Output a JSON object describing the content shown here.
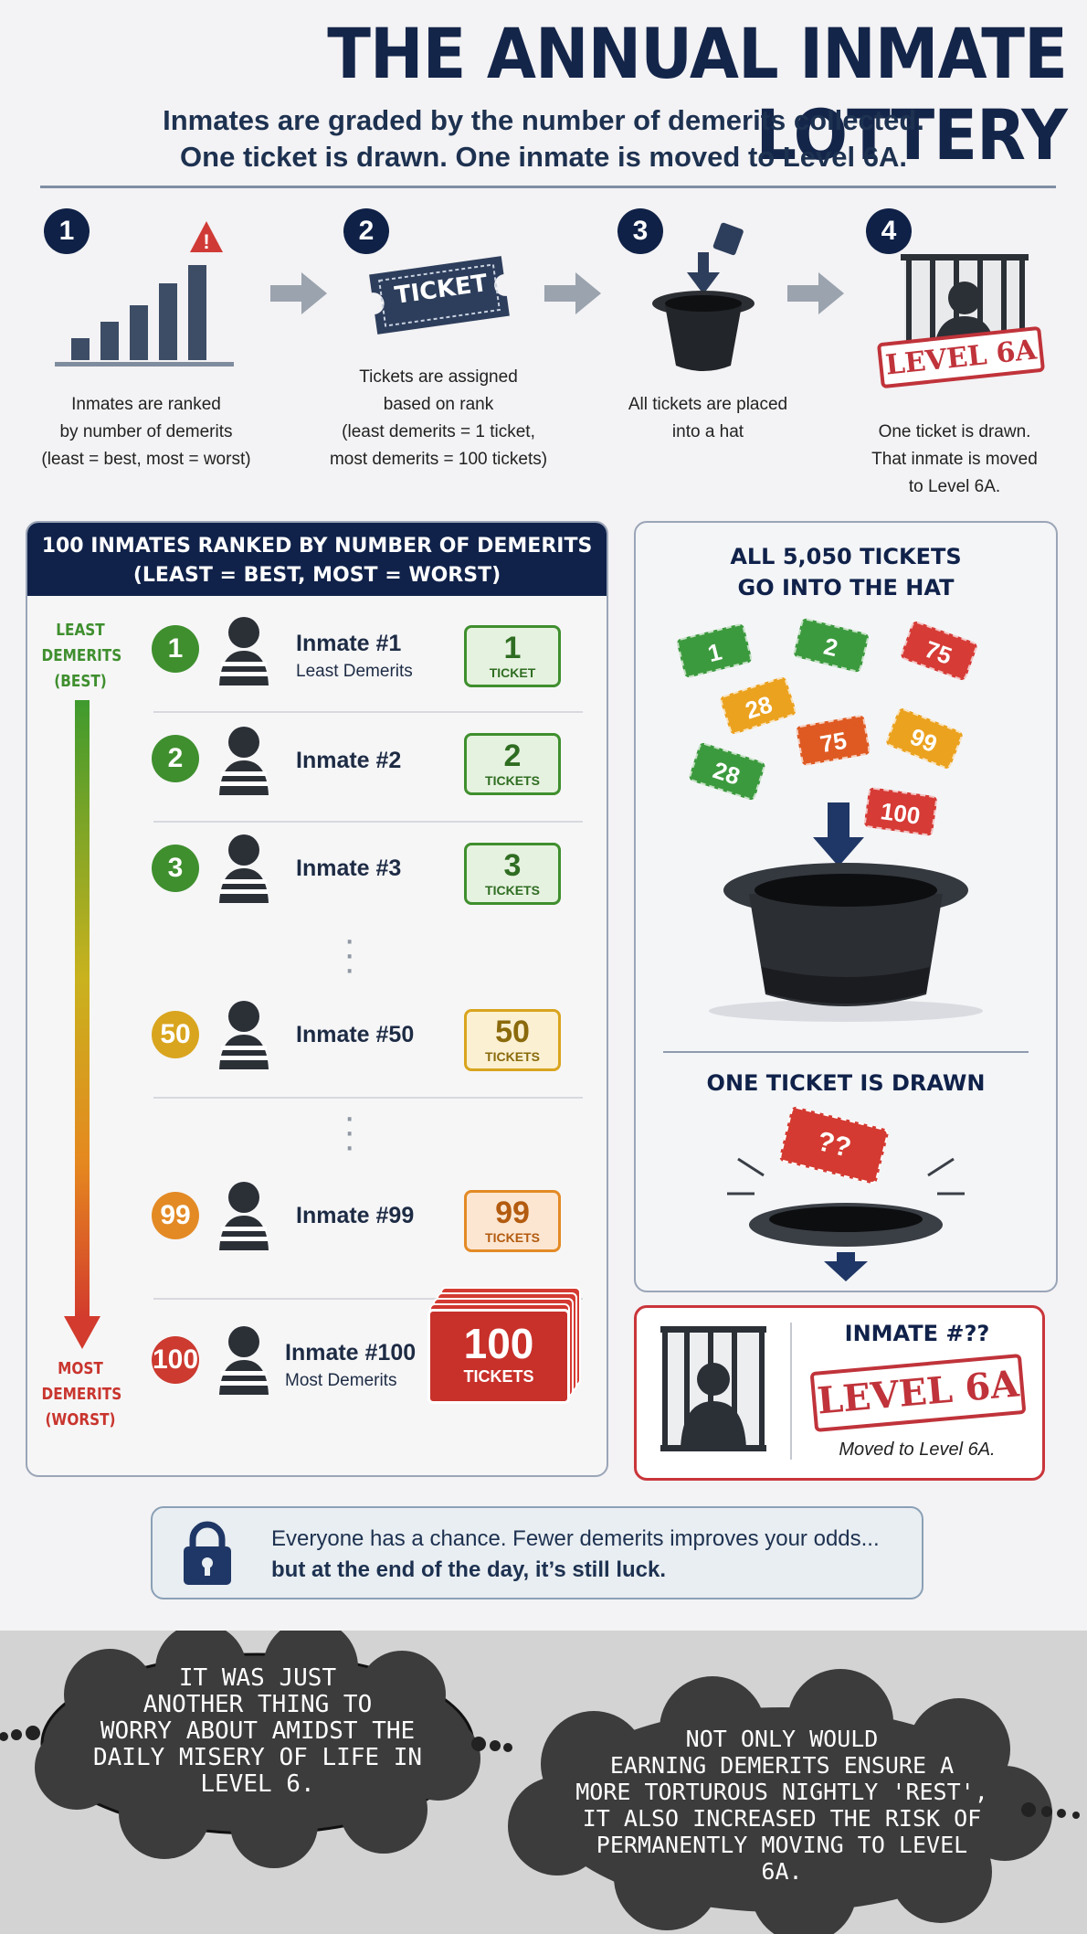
{
  "header": {
    "title": "THE ANNUAL INMATE LOTTERY",
    "subtitle_line1": "Inmates are graded by the number of demerits collected.",
    "subtitle_line2": "One ticket is drawn. One inmate is moved to Level 6A."
  },
  "steps": [
    {
      "number": "1",
      "text": [
        "Inmates are ranked",
        "by number of demerits",
        "(least = best, most = worst)"
      ]
    },
    {
      "number": "2",
      "ticket_label": "TICKET",
      "text": [
        "Tickets are assigned",
        "based on rank",
        "(least demerits = 1 ticket,",
        "most demerits = 100 tickets)"
      ]
    },
    {
      "number": "3",
      "text": [
        "All tickets are placed",
        "into a hat"
      ]
    },
    {
      "number": "4",
      "stamp": "LEVEL 6A",
      "text": [
        "One ticket is drawn.",
        "That inmate is moved",
        "to Level 6A."
      ]
    }
  ],
  "ranked": {
    "heading_line1": "100 INMATES RANKED BY NUMBER OF DEMERITS",
    "heading_line2": "(LEAST = BEST, MOST = WORST)",
    "scale_top": [
      "LEAST",
      "DEMERITS",
      "(BEST)"
    ],
    "scale_bottom": [
      "MOST",
      "DEMERITS",
      "(WORST)"
    ],
    "rows": [
      {
        "rank": "1",
        "name": "Inmate #1",
        "sub": "Least Demerits",
        "tickets": "1",
        "ticket_label": "TICKET",
        "color": "#3f8f2e"
      },
      {
        "rank": "2",
        "name": "Inmate #2",
        "sub": "",
        "tickets": "2",
        "ticket_label": "TICKETS",
        "color": "#3f8f2e"
      },
      {
        "rank": "3",
        "name": "Inmate #3",
        "sub": "",
        "tickets": "3",
        "ticket_label": "TICKETS",
        "color": "#3f8f2e"
      },
      {
        "rank": "50",
        "name": "Inmate #50",
        "sub": "",
        "tickets": "50",
        "ticket_label": "TICKETS",
        "color": "#d9a51e"
      },
      {
        "rank": "99",
        "name": "Inmate #99",
        "sub": "",
        "tickets": "99",
        "ticket_label": "TICKETS",
        "color": "#e38a25"
      },
      {
        "rank": "100",
        "name": "Inmate #100",
        "sub": "Most Demerits",
        "tickets": "100",
        "ticket_label": "TICKETS",
        "color": "#cc3a30"
      }
    ]
  },
  "hat_panel": {
    "heading_line1": "ALL 5,050 TICKETS",
    "heading_line2": "GO INTO THE HAT",
    "flying_tickets": [
      {
        "value": "1",
        "color": "#3c9a3e"
      },
      {
        "value": "2",
        "color": "#3c9a3e"
      },
      {
        "value": "75",
        "color": "#d63b36"
      },
      {
        "value": "28",
        "color": "#eba21f"
      },
      {
        "value": "75",
        "color": "#de5a22"
      },
      {
        "value": "99",
        "color": "#eba21f"
      },
      {
        "value": "28",
        "color": "#3c9a3e"
      },
      {
        "value": "100",
        "color": "#d63b36"
      }
    ],
    "draw_heading": "ONE TICKET IS DRAWN",
    "drawn_ticket": "??"
  },
  "result": {
    "title": "INMATE #??",
    "stamp": "LEVEL 6A",
    "caption": "Moved to Level 6A."
  },
  "note": {
    "line1": "Everyone has a chance.  Fewer demerits improves your odds...",
    "line2": "but at the end of the day, it’s still luck."
  },
  "bubbles": {
    "left": [
      "IT WAS JUST",
      "ANOTHER THING TO",
      "WORRY ABOUT AMIDST THE",
      "DAILY MISERY OF LIFE IN",
      "LEVEL 6."
    ],
    "right": [
      "NOT ONLY WOULD",
      "EARNING DEMERITS ENSURE A",
      "MORE TORTUROUS NIGHTLY 'REST',",
      "IT ALSO INCREASED THE RISK OF",
      "PERMANENTLY MOVING TO LEVEL",
      "6A."
    ]
  },
  "colors": {
    "navy": "#10224a",
    "red": "#c9353a",
    "green": "#3f8f2e",
    "gold": "#d9a51e",
    "orange": "#e38a25"
  }
}
